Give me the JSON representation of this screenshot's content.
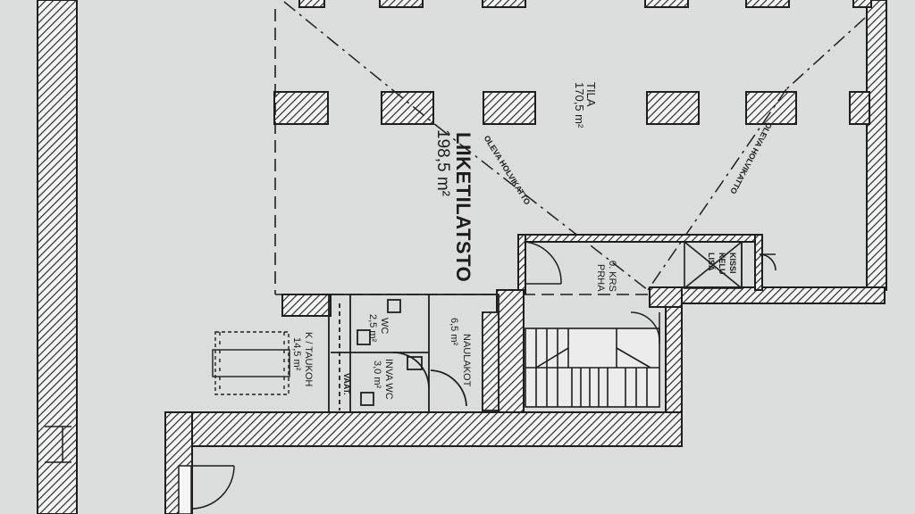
{
  "rooms": {
    "liiketila": {
      "name": "LIIKETILATSTO",
      "area": "198,5 m²"
    },
    "tila": {
      "name": "TILA",
      "area": "170,5 m²"
    },
    "krs": {
      "name": "0. KRS",
      "sub": "PRHA"
    },
    "kissi": {
      "line1": "KISSI",
      "line2": "KELU",
      "line3": "LISÄ"
    },
    "taukoh": {
      "name": "K / TAUKOH",
      "area": "14,5 m²"
    },
    "wc": {
      "name": "WC",
      "area": "2,5 m²"
    },
    "inva_wc": {
      "name": "INVA WC",
      "area": "3,0 m²"
    },
    "naulakot": {
      "name": "NAULAKOT",
      "area": "6,5 m²"
    },
    "vaate": {
      "name": "VAAT."
    }
  },
  "annotations": {
    "vault_left": "OLEVA HOLVIKATTO",
    "vault_right": "OLEVA HOLVIKATTO"
  }
}
